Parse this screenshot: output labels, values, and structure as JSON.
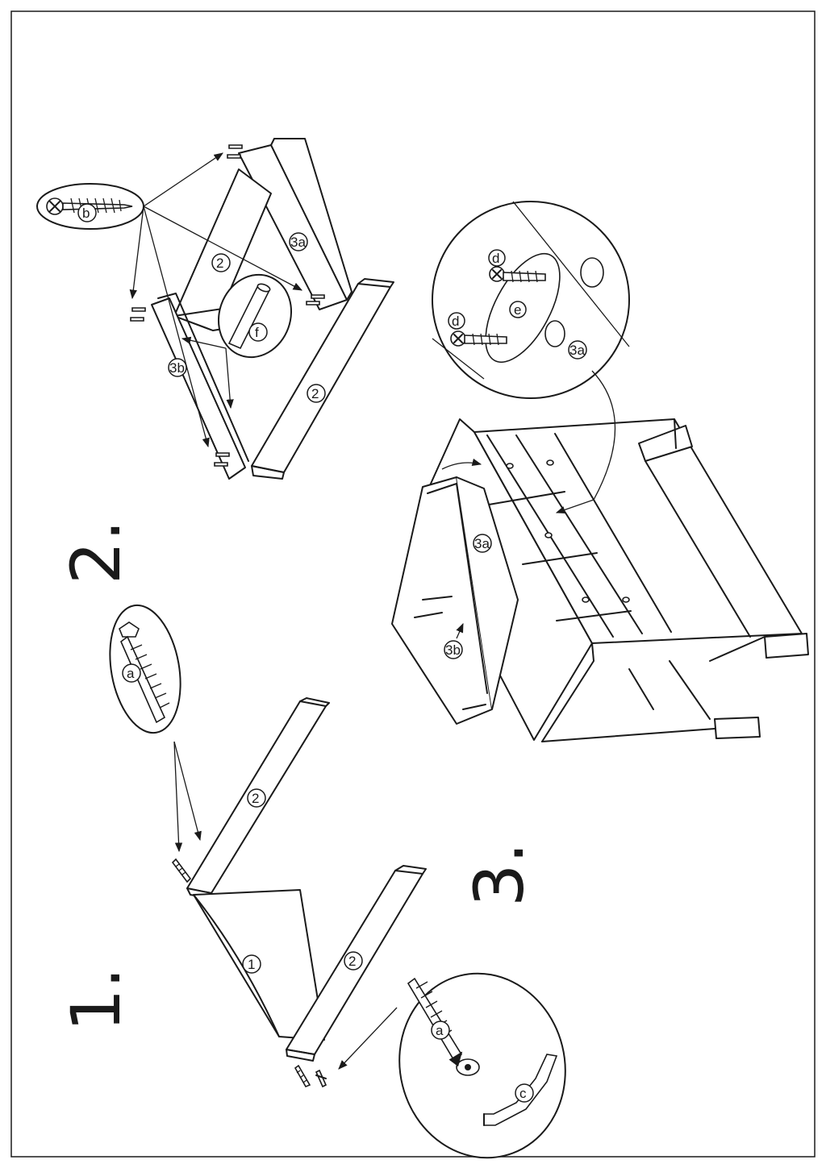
{
  "steps": [
    {
      "number": "1."
    },
    {
      "number": "2."
    },
    {
      "number": "3."
    }
  ],
  "part_labels": {
    "p1": "1",
    "p2": "2",
    "p3a": "3a",
    "p3b": "3b"
  },
  "hardware_labels": {
    "a": "a",
    "b": "b",
    "c": "c",
    "d": "d",
    "e": "e",
    "f": "f"
  }
}
